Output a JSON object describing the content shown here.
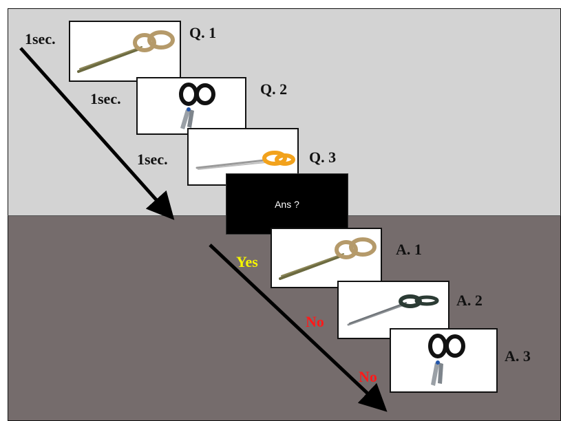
{
  "question_trials": [
    {
      "delay": "1sec.",
      "label": "Q. 1",
      "image": "beige-scissors-icon"
    },
    {
      "delay": "1sec.",
      "label": "Q. 2",
      "image": "black-handle-scissors-icon"
    },
    {
      "delay": "1sec.",
      "label": "Q. 3",
      "image": "orange-handle-scissors-icon"
    }
  ],
  "answer_prompt": "Ans ?",
  "answer_trials": [
    {
      "response": "Yes",
      "response_color": "#f5f500",
      "label": "A. 1",
      "image": "beige-scissors-icon"
    },
    {
      "response": "No",
      "response_color": "#ff1a1a",
      "label": "A. 2",
      "image": "dark-green-scissors-icon"
    },
    {
      "response": "No",
      "response_color": "#ff1a1a",
      "label": "A. 3",
      "image": "black-handle-scissors-icon"
    }
  ],
  "colors": {
    "top_background": "#d3d3d3",
    "bottom_background": "#756c6c",
    "arrow": "#000000"
  }
}
